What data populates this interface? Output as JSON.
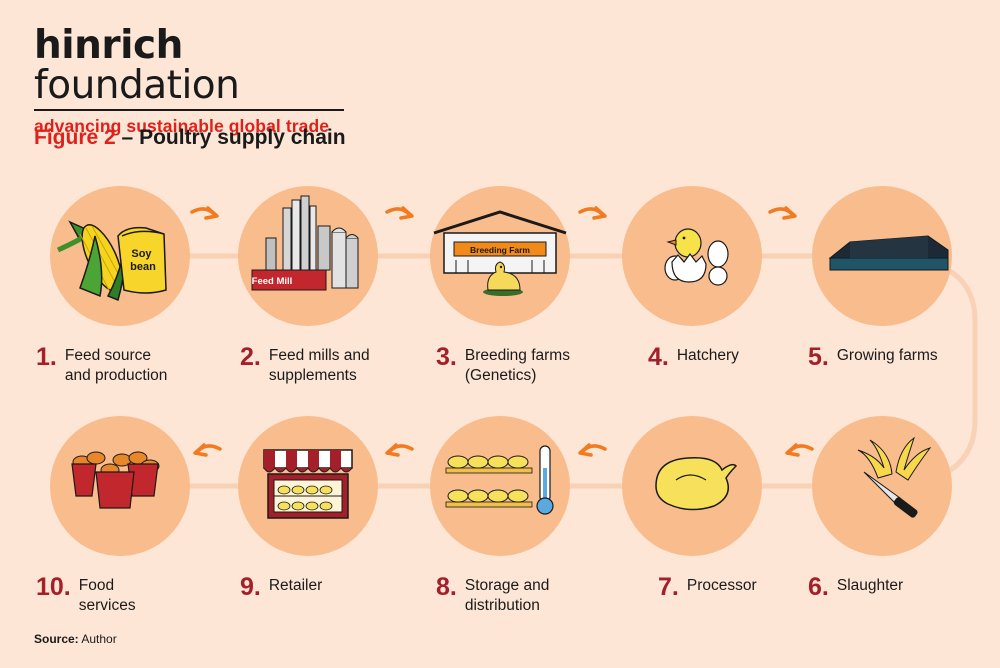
{
  "brand": {
    "name_bold": "hinrich",
    "name_light": "foundation",
    "tagline": "advancing sustainable global trade"
  },
  "figure": {
    "number": "Figure 2",
    "dash": "–",
    "title": "Poultry supply chain"
  },
  "colors": {
    "background": "#fde6d6",
    "circle": "#f9bc8c",
    "connector": "#f8d1b7",
    "arrow": "#f37a1f",
    "step_number": "#a3202a",
    "brand_red": "#e0201b"
  },
  "steps": [
    {
      "num": "1.",
      "label": "Feed source\nand production",
      "icon": "corn-and-soybean-icon"
    },
    {
      "num": "2.",
      "label": "Feed mills and\nsupplements",
      "icon": "feed-mill-icon",
      "sign": "Feed Mill"
    },
    {
      "num": "3.",
      "label": "Breeding farms\n(Genetics)",
      "icon": "breeding-farm-icon",
      "sign": "Breeding Farm"
    },
    {
      "num": "4.",
      "label": "Hatchery",
      "icon": "hatching-chick-icon"
    },
    {
      "num": "5.",
      "label": "Growing farms",
      "icon": "poultry-barn-icon"
    },
    {
      "num": "6.",
      "label": "Slaughter",
      "icon": "knife-and-wings-icon"
    },
    {
      "num": "7.",
      "label": "Processor",
      "icon": "whole-chicken-icon"
    },
    {
      "num": "8.",
      "label": "Storage and\ndistribution",
      "icon": "chilled-storage-icon"
    },
    {
      "num": "9.",
      "label": "Retailer",
      "icon": "retail-store-icon"
    },
    {
      "num": "10.",
      "label": "Food\nservices",
      "icon": "fried-chicken-buckets-icon"
    }
  ],
  "icon_text": {
    "soybean_bag": "Soy\nbean"
  },
  "source": {
    "label": "Source:",
    "value": "Author"
  }
}
